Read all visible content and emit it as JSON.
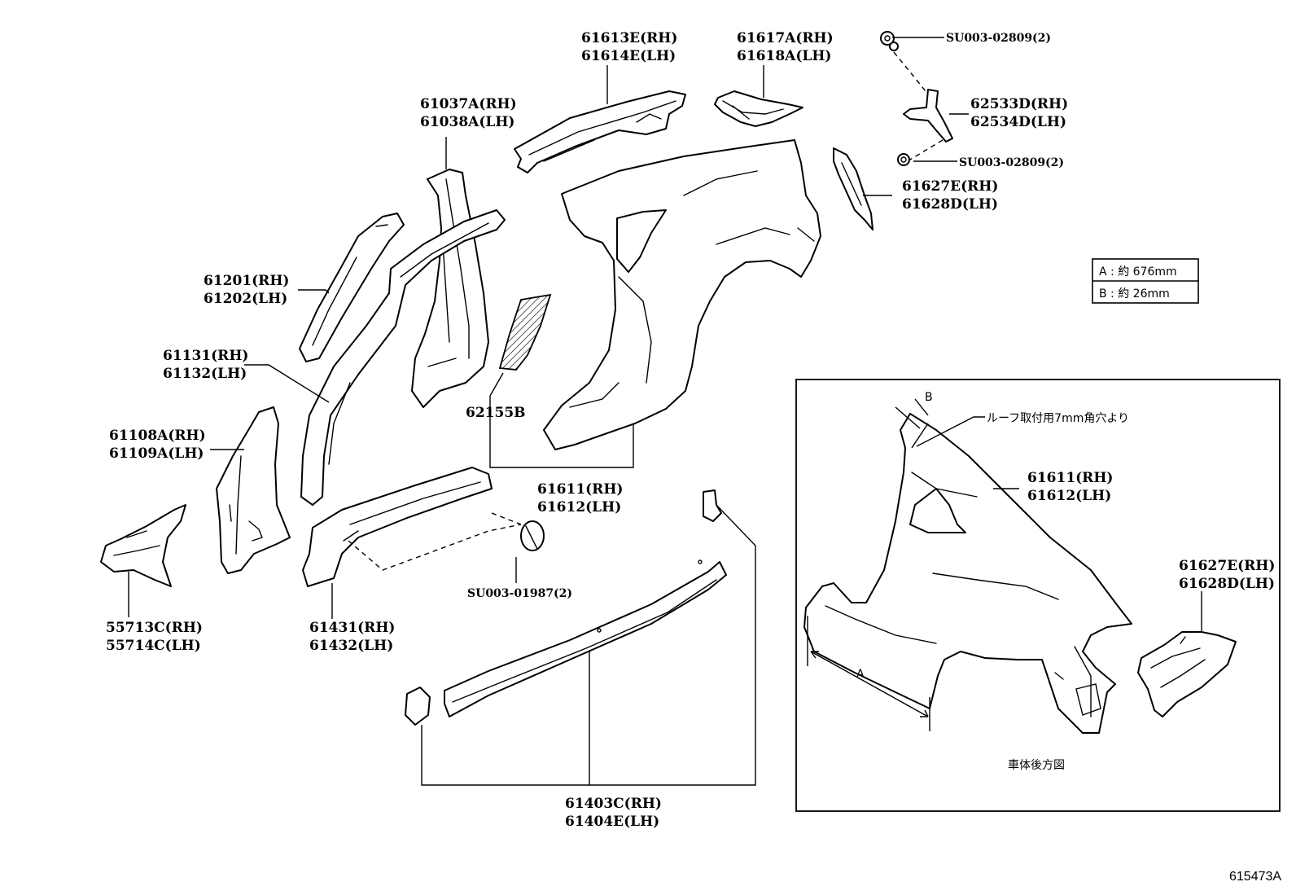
{
  "labels": {
    "p61613": [
      "61613E(RH)",
      "61614E(LH)"
    ],
    "p61617": [
      "61617A(RH)",
      "61618A(LH)"
    ],
    "p61037": [
      "61037A(RH)",
      "61038A(LH)"
    ],
    "p62533": [
      "62533D(RH)",
      "62534D(LH)"
    ],
    "p61627_top": [
      "61627E(RH)",
      "61628D(LH)"
    ],
    "p61201": [
      "61201(RH)",
      "61202(LH)"
    ],
    "p61131": [
      "61131(RH)",
      "61132(LH)"
    ],
    "p61108": [
      "61108A(RH)",
      "61109A(LH)"
    ],
    "p62155": "62155B",
    "p61611_main": [
      "61611(RH)",
      "61612(LH)"
    ],
    "p55713": [
      "55713C(RH)",
      "55714C(LH)"
    ],
    "p61431": [
      "61431(RH)",
      "61432(LH)"
    ],
    "p61403": [
      "61403C(RH)",
      "61404E(LH)"
    ],
    "p61611_inset": [
      "61611(RH)",
      "61612(LH)"
    ],
    "p61627_inset": [
      "61627E(RH)",
      "61628D(LH)"
    ],
    "fastener_top": "SU003-02809(2)",
    "fastener_mid": "SU003-02809(2)",
    "plug": "SU003-01987(2)"
  },
  "dimension_table": [
    {
      "key": "A",
      "text": "A : 約 676mm"
    },
    {
      "key": "B",
      "text": "B : 約 26mm"
    }
  ],
  "inset": {
    "title": "車体後方図",
    "note": "ルーフ取付用7mm角穴より",
    "dim_a": "A",
    "dim_b": "B"
  },
  "illustration_id": "615473A"
}
